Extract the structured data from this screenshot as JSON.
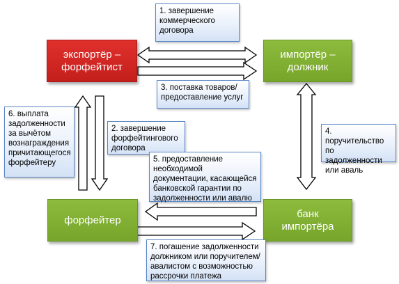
{
  "nodes": {
    "exporter": "экспортёр –\nфорфейтист",
    "importer": "импортёр –\nдолжник",
    "forfaiter": "форфейтер",
    "bank": "банк\nимпортёра"
  },
  "steps": {
    "s1": "1.  завершение\nкоммерческого\nдоговора",
    "s2": "2. завершение\nфорфейтингового\nдоговора",
    "s3": "3. поставка товаров/\nпредоставление услуг",
    "s4": "4. поручительство\nпо задолженности\nили аваль",
    "s5": "5. предоставление\nнеобходимой\nдокументации, касающейся\nбанковской гарантии по\nзадолженности или авалю",
    "s6": "6. выплата\nзадолженности\nза вычётом\nвознаграждения\nпричитающегося\nфорфейтеру",
    "s7": "7. погашение задолженности\nдолжником или поручителем/\nавалистом с возможностью\nрассрочки платежа"
  },
  "colors": {
    "exporter": "#d42825",
    "green": "#7fad32",
    "note_border": "#5b86c5"
  }
}
